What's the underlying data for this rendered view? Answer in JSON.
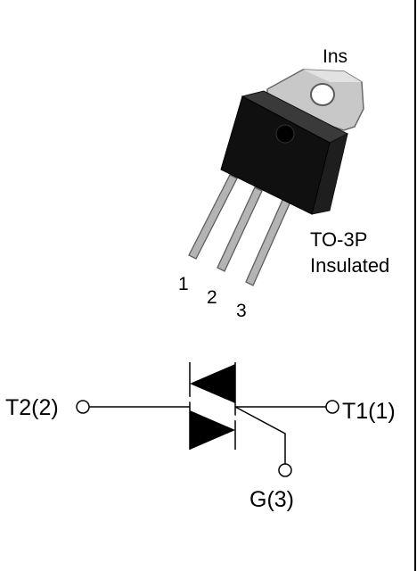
{
  "package": {
    "tab_label": "Ins",
    "name_line1": "TO-3P",
    "name_line2": "Insulated",
    "pins": [
      "1",
      "2",
      "3"
    ]
  },
  "symbol": {
    "t2_label": "T2(2)",
    "t1_label": "T1(1)",
    "gate_label": "G(3)"
  },
  "colors": {
    "background": "#ffffff",
    "tab": "#c8c8c8",
    "body": "#101010",
    "leads": "#b4b4b4",
    "wire": "#000000"
  }
}
